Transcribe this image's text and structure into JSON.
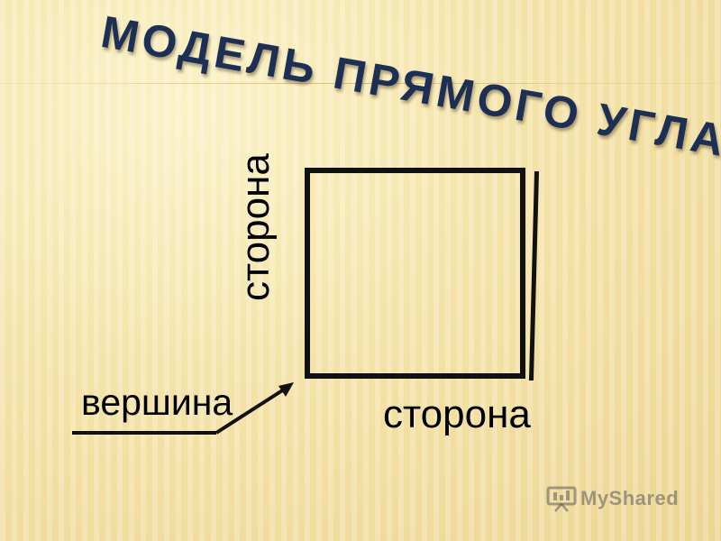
{
  "title": "МОДЕЛЬ ПРЯМОГО УГЛА",
  "labels": {
    "side_vertical": "сторона",
    "side_horizontal": "сторона",
    "vertex": "вершина"
  },
  "watermark": {
    "brand": "MyShared"
  },
  "colors": {
    "title": "#1d2f55",
    "lines": "#111111",
    "background": "#f4e3a8"
  },
  "icons": [
    "arrow-icon",
    "presentation-icon"
  ]
}
